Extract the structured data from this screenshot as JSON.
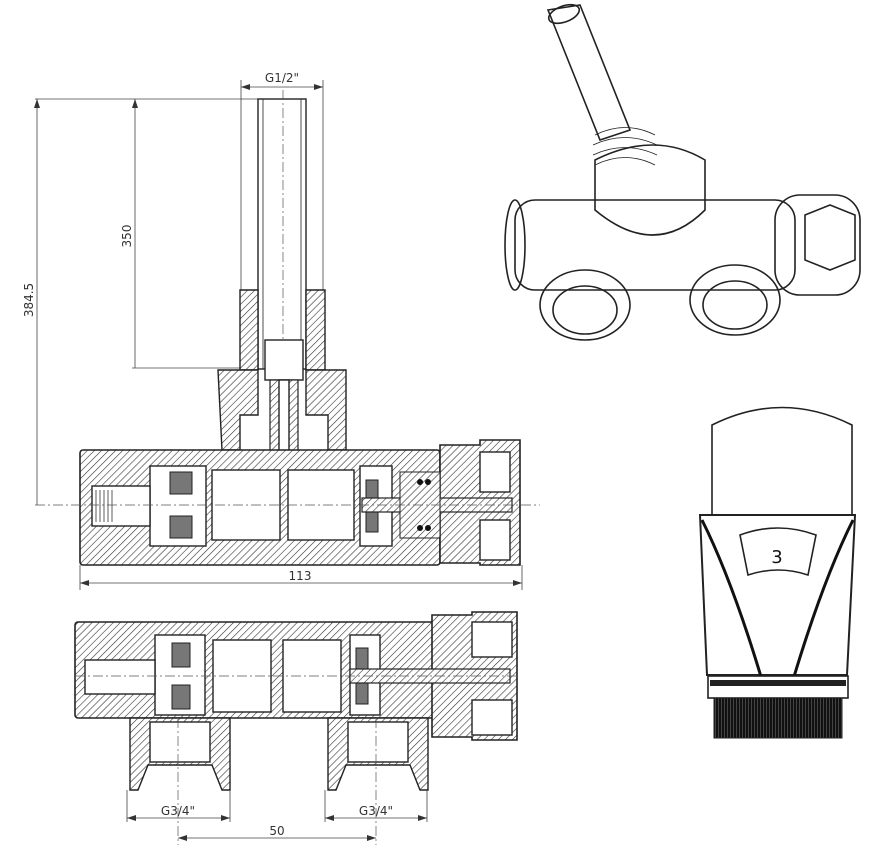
{
  "drawing": {
    "dimensions": {
      "pipe_thread": "G1/2\"",
      "pipe_height": "350",
      "total_height": "384.5",
      "body_length": "113",
      "port_thread_left": "G3/4\"",
      "port_thread_right": "G3/4\"",
      "port_spacing": "50"
    },
    "thermostat_setting": "3"
  }
}
